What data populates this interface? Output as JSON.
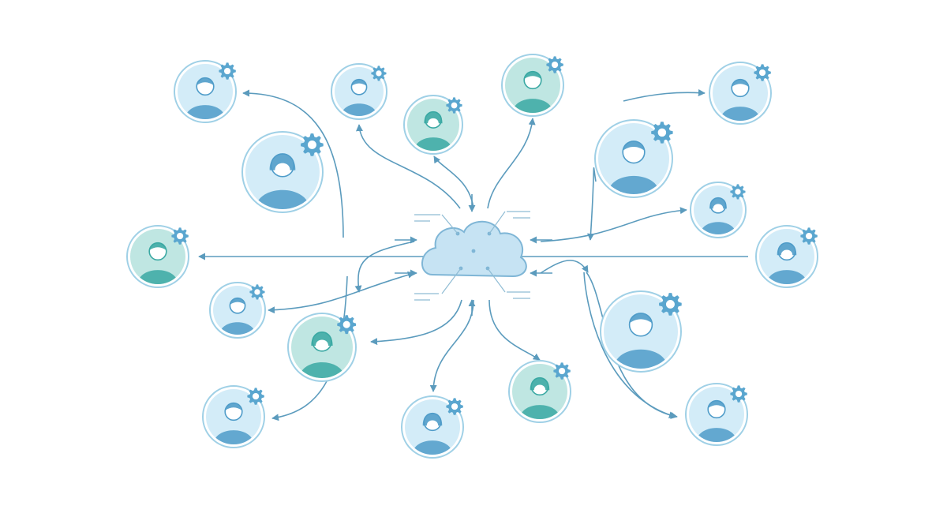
{
  "colors": {
    "background": "#ffffff",
    "connector": "#5b9bbd",
    "ring": "#9fd0e6",
    "bubble_light": "#d3ecf8",
    "bubble_teal": "#bfe6e2",
    "person": "#4f9cc9",
    "person_teal": "#3aa8a3",
    "gear": "#5aa6cf",
    "cloud_fill": "#c6e3f3",
    "cloud_stroke": "#7fb6d6",
    "deco_line": "#8fbcd4"
  },
  "hub": {
    "icon": "cloud-icon"
  },
  "users": [
    {
      "id": "u1",
      "avatar": "person-male-icon",
      "tint": "light"
    },
    {
      "id": "u2",
      "avatar": "person-female-icon",
      "tint": "light"
    },
    {
      "id": "u3",
      "avatar": "person-male-icon",
      "tint": "light"
    },
    {
      "id": "u4",
      "avatar": "person-female-icon",
      "tint": "teal"
    },
    {
      "id": "u5",
      "avatar": "person-male-icon",
      "tint": "teal"
    },
    {
      "id": "u6",
      "avatar": "person-male-icon",
      "tint": "light"
    },
    {
      "id": "u7",
      "avatar": "person-male-icon",
      "tint": "light"
    },
    {
      "id": "u8",
      "avatar": "person-female-icon",
      "tint": "light"
    },
    {
      "id": "u9",
      "avatar": "person-male-icon",
      "tint": "teal"
    },
    {
      "id": "u10",
      "avatar": "person-female-icon",
      "tint": "light"
    },
    {
      "id": "u11",
      "avatar": "person-male-icon",
      "tint": "light"
    },
    {
      "id": "u12",
      "avatar": "person-female-icon",
      "tint": "teal"
    },
    {
      "id": "u13",
      "avatar": "person-male-icon",
      "tint": "light"
    },
    {
      "id": "u14",
      "avatar": "person-male-icon",
      "tint": "light"
    },
    {
      "id": "u15",
      "avatar": "person-female-icon",
      "tint": "light"
    },
    {
      "id": "u16",
      "avatar": "person-female-icon",
      "tint": "teal"
    },
    {
      "id": "u17",
      "avatar": "person-male-icon",
      "tint": "light"
    }
  ],
  "connections": [
    {
      "user": "u1",
      "direction": "outgoing"
    },
    {
      "user": "u2",
      "direction": "outgoing"
    },
    {
      "user": "u3",
      "direction": "incoming"
    },
    {
      "user": "u4",
      "direction": "incoming"
    },
    {
      "user": "u5",
      "direction": "incoming"
    },
    {
      "user": "u6",
      "direction": "outgoing"
    },
    {
      "user": "u7",
      "direction": "incoming"
    },
    {
      "user": "u8",
      "direction": "incoming"
    },
    {
      "user": "u9",
      "direction": "incoming"
    },
    {
      "user": "u10",
      "direction": "outgoing"
    },
    {
      "user": "u11",
      "direction": "both"
    },
    {
      "user": "u12",
      "direction": "incoming"
    },
    {
      "user": "u13",
      "direction": "incoming"
    },
    {
      "user": "u14",
      "direction": "outgoing"
    },
    {
      "user": "u15",
      "direction": "outgoing"
    },
    {
      "user": "u16",
      "direction": "incoming"
    },
    {
      "user": "u17",
      "direction": "outgoing"
    }
  ]
}
